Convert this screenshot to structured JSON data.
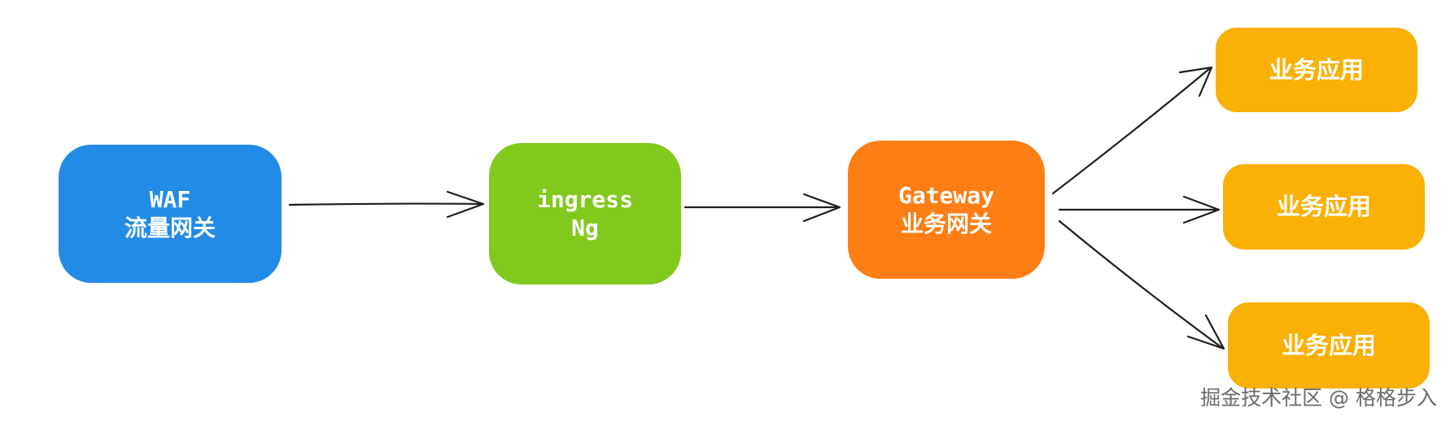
{
  "nodes": {
    "waf": {
      "line1": "WAF",
      "line2": "流量网关",
      "color": "#228be6"
    },
    "ingress": {
      "line1": "ingress",
      "line2": "Ng",
      "color": "#82c91e"
    },
    "gateway": {
      "line1": "Gateway",
      "line2": "业务网关",
      "color": "#fd7e14"
    },
    "app1": {
      "label": "业务应用",
      "color": "#fab005"
    },
    "app2": {
      "label": "业务应用",
      "color": "#fab005"
    },
    "app3": {
      "label": "业务应用",
      "color": "#fab005"
    }
  },
  "edge_color": "#1e1e1e",
  "watermark": "掘金技术社区 @ 格格步入"
}
